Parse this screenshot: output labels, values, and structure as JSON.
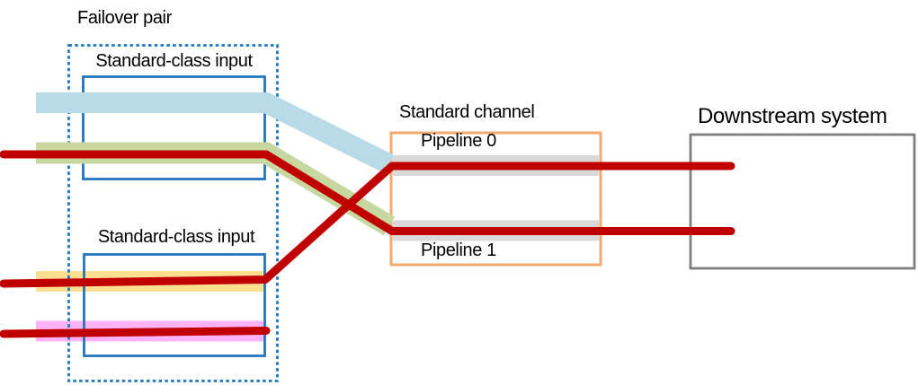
{
  "labels": {
    "failover_pair": "Failover pair",
    "input_top": "Standard-class input",
    "input_bottom": "Standard-class input",
    "standard_channel": "Standard channel",
    "pipeline_0": "Pipeline 0",
    "pipeline_1": "Pipeline 1",
    "downstream_system": "Downstream system"
  },
  "colors": {
    "failover_box_dashed_blue": "#1E78C2",
    "input_box_blue": "#2374BE",
    "channel_box_orange": "#F6A96E",
    "downstream_box_gray": "#7F7F7F",
    "stream_band_blue": "#B9DBE7",
    "stream_band_green": "#C7D7A0",
    "stream_band_yellow": "#FFE091",
    "stream_band_pink": "#FFB2F5",
    "pipeline_band_gray": "#D9D9D9",
    "connection_line_red": "#C00000"
  }
}
